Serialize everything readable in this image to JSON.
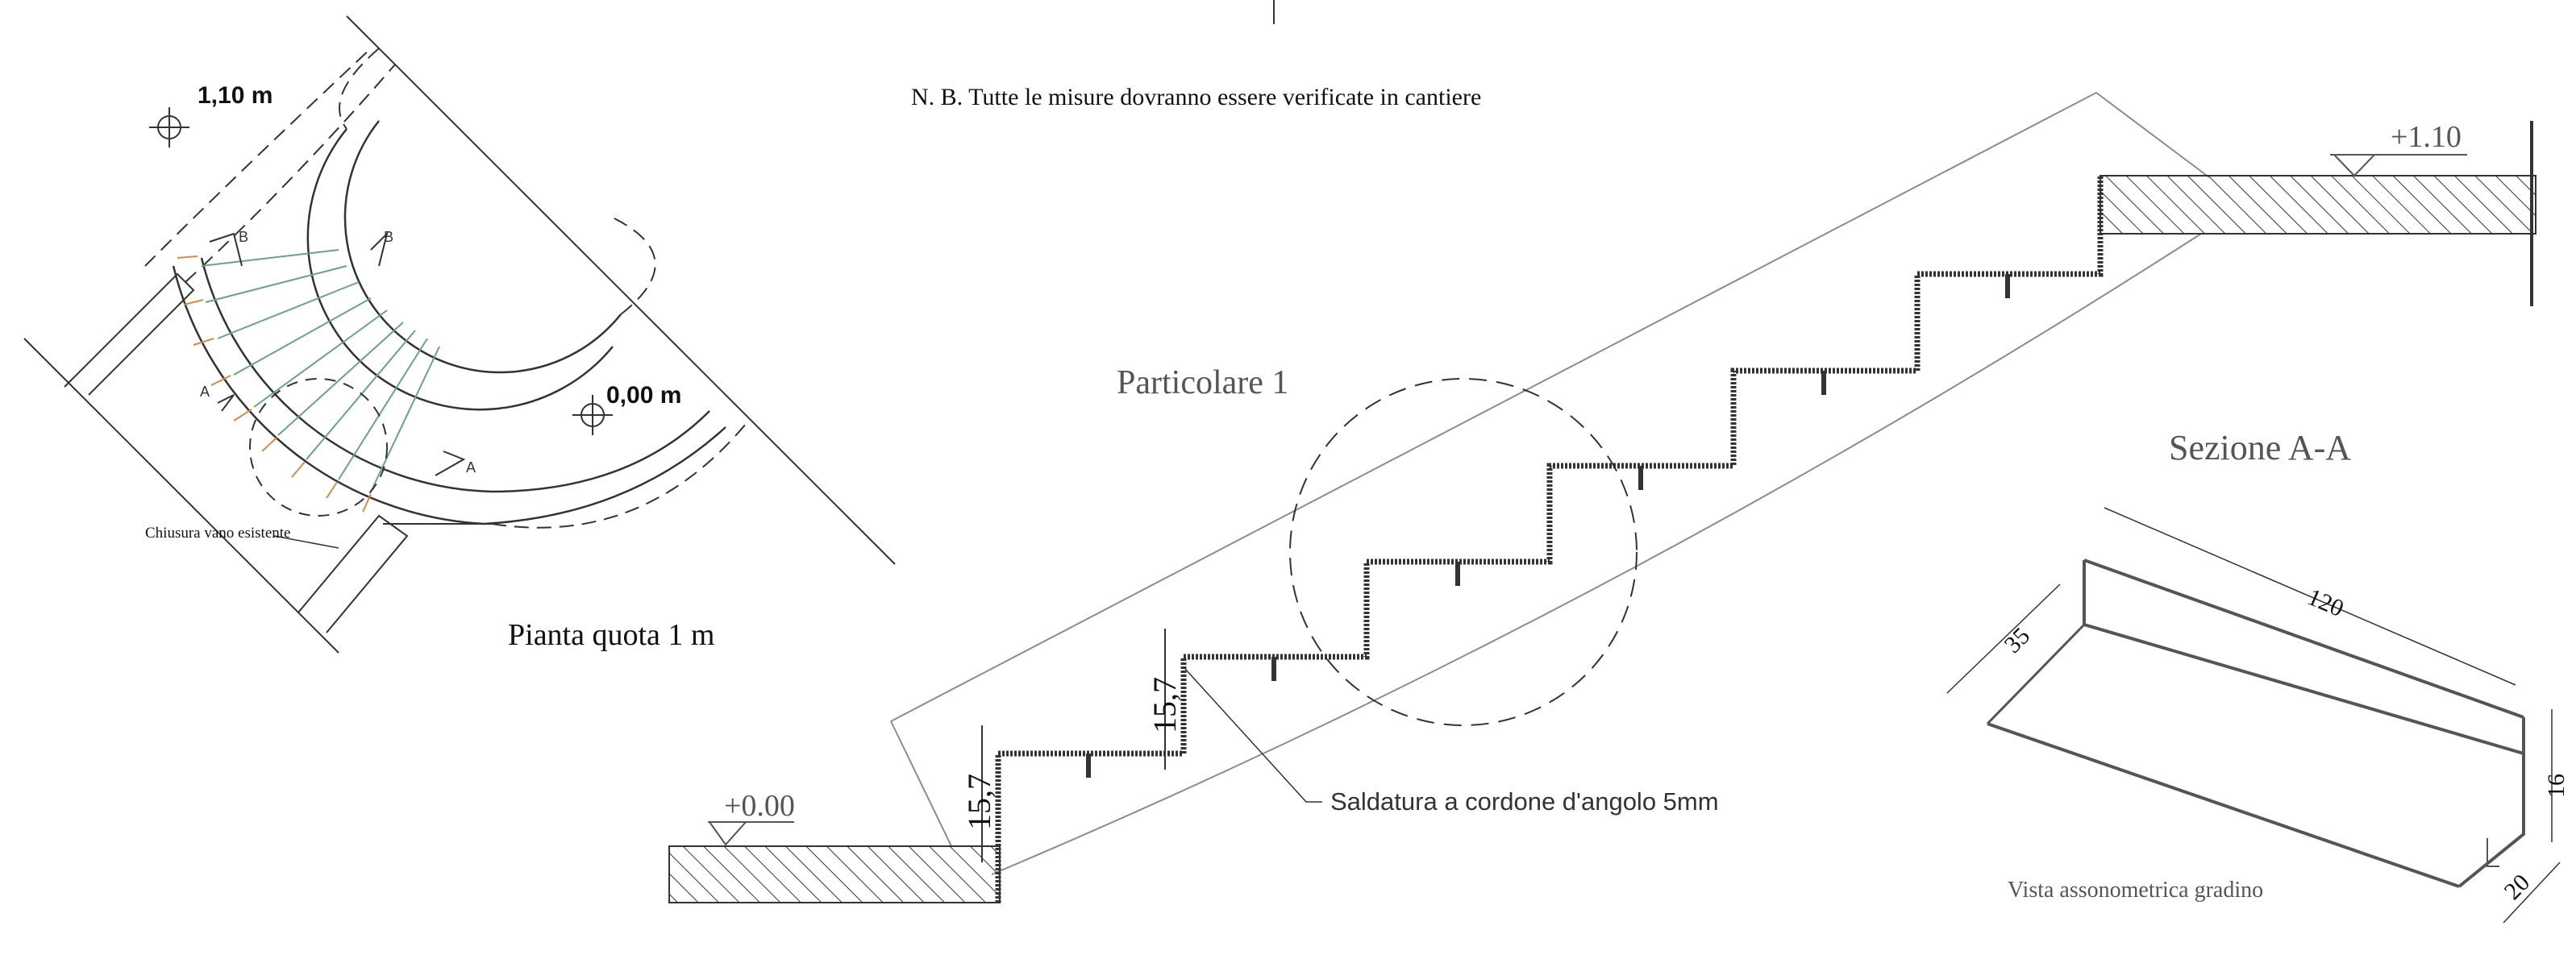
{
  "note": "N. B. Tutte le misure dovranno essere verificate in cantiere",
  "plan": {
    "title": "Pianta quota 1 m",
    "level_upper": "1,10 m",
    "level_lower": "0,00 m",
    "closure_label": "Chiusura vano esistente",
    "section_marks": [
      "B",
      "B",
      "A",
      "A"
    ]
  },
  "section": {
    "title": "Sezione A-A",
    "detail_label": "Particolare 1",
    "level_top": "+1.10",
    "level_bottom": "+0.00",
    "riser_dims": [
      "15,7",
      "15,7"
    ],
    "weld_label": "Saldatura a cordone d'angolo 5mm"
  },
  "step_view": {
    "title": "Vista assonometrica gradino",
    "dim_length": "120",
    "dim_depth": "35",
    "dim_height": "16",
    "dim_bottom": "20"
  },
  "colors": {
    "line": "#333333",
    "light_line": "#8c8c8c",
    "tread_green": "#6aa37e",
    "tread_orange": "#d9884a"
  }
}
